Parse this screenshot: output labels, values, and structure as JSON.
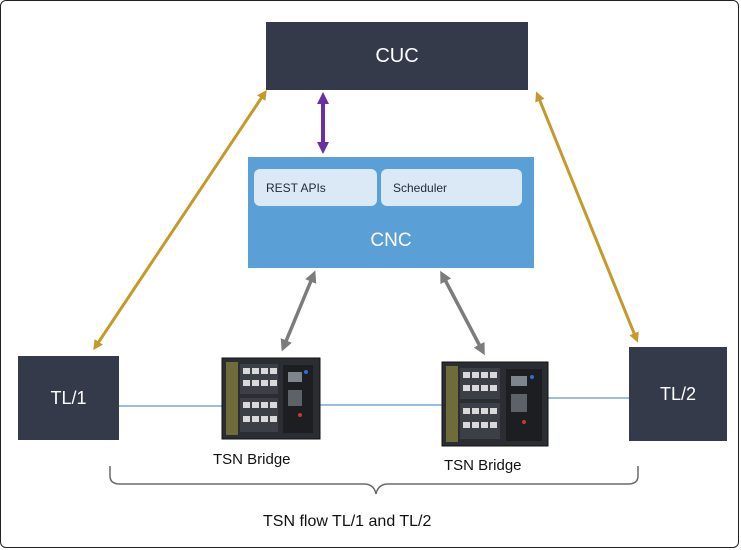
{
  "diagram": {
    "cuc_label": "CUC",
    "cnc_label": "CNC",
    "cnc_modules": [
      "REST APIs",
      "Scheduler"
    ],
    "talker_left": "TL/1",
    "talker_right": "TL/2",
    "bridge_left_label": "TSN Bridge",
    "bridge_right_label": "TSN Bridge",
    "flow_caption": "TSN flow TL/1 and TL/2"
  },
  "colors": {
    "dark_node": "#353a4b",
    "cnc_fill": "#5a9fd6",
    "cnc_module_fill": "#dbe8f5",
    "gold_arrow": "#c59a2a",
    "purple_arrow": "#6a2fa3",
    "gray_arrow": "#7c7c7c",
    "link_line": "#7aa7d9"
  }
}
